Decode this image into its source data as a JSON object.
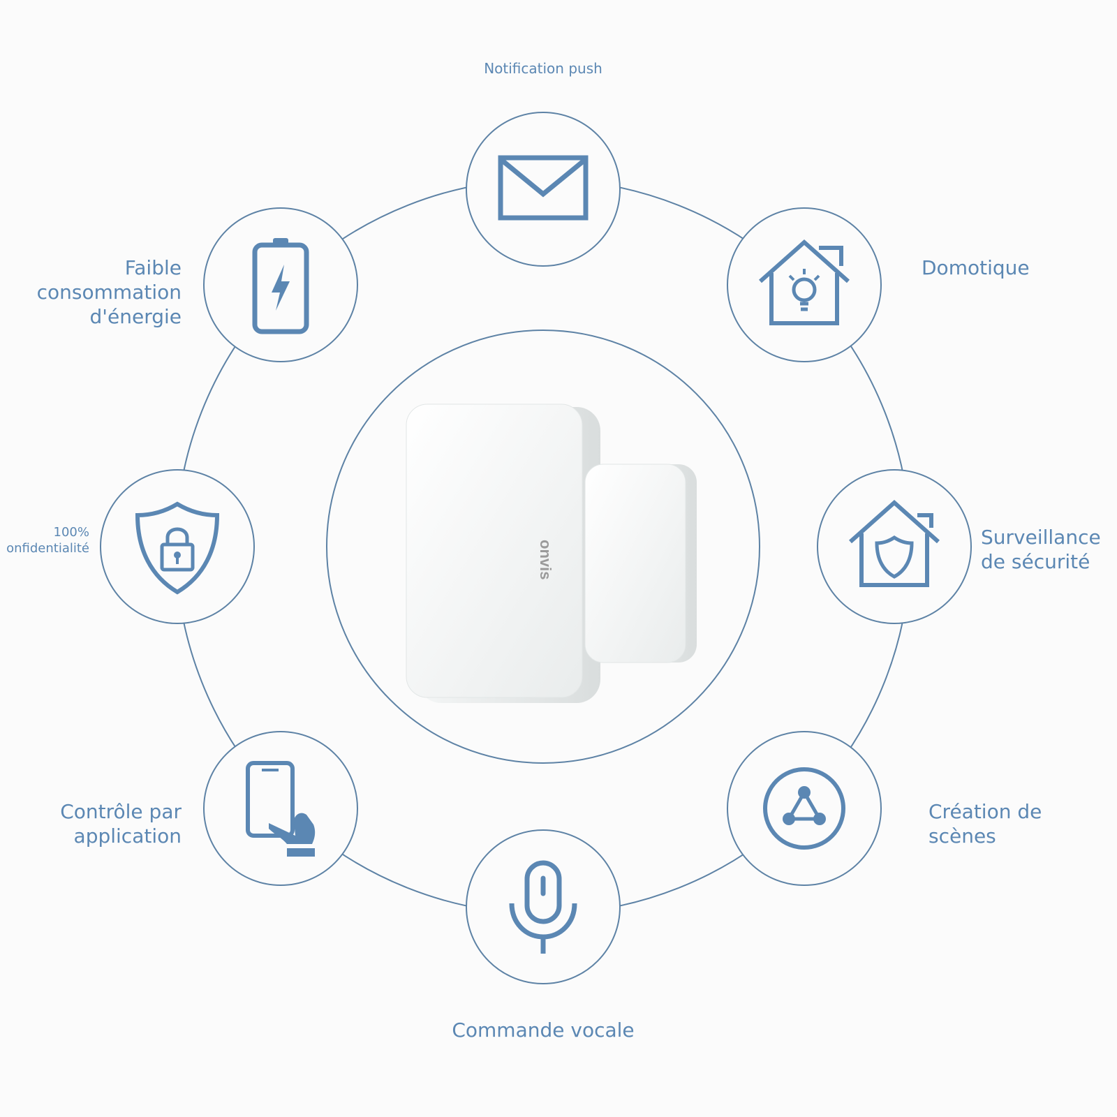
{
  "features": {
    "push": {
      "label": "Notification push",
      "icon": "envelope-icon"
    },
    "energy": {
      "label_lines": [
        "Faible",
        "consommation",
        "d'énergie"
      ],
      "icon": "battery-icon"
    },
    "home": {
      "label": "Domotique",
      "icon": "smart-home-icon"
    },
    "privacy": {
      "label_lines": [
        "100%",
        "onfidentialité"
      ],
      "icon": "shield-lock-icon"
    },
    "security": {
      "label_lines": [
        "Surveillance",
        "de sécurité"
      ],
      "icon": "home-shield-icon"
    },
    "app": {
      "label_lines": [
        "Contrôle par",
        "application"
      ],
      "icon": "phone-touch-icon"
    },
    "scenes": {
      "label_lines": [
        "Création de",
        "scènes"
      ],
      "icon": "scene-network-icon"
    },
    "voice": {
      "label": "Commande vocale",
      "icon": "microphone-icon"
    }
  },
  "product": {
    "brand": "onvis"
  },
  "colors": {
    "accent": "#5b87b3",
    "line": "#5d82a5",
    "background": "#fbfbfb"
  }
}
